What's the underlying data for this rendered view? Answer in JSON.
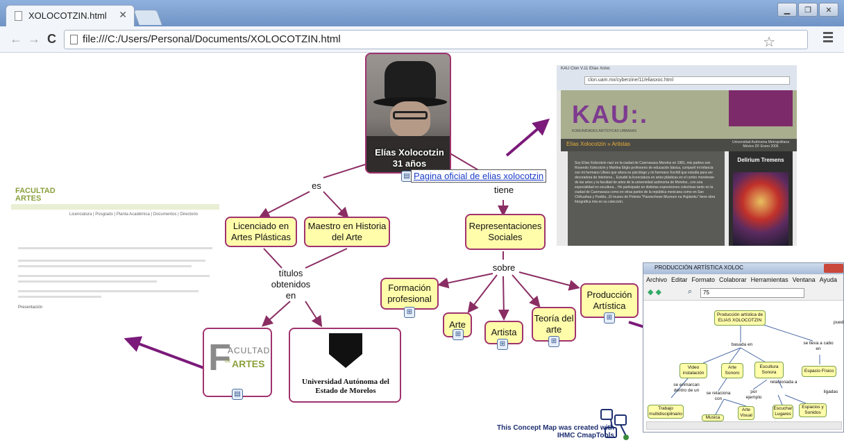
{
  "browser": {
    "tab_title": "XOLOCOTZIN.html",
    "url": "file:///C:/Users/Personal/Documents/XOLOCOTZIN.html"
  },
  "colors": {
    "concept_fill": "#fffcaa",
    "concept_border": "#a0326e",
    "link_line": "#8a2d63",
    "arrow": "#7b1a7a"
  },
  "map": {
    "profile": {
      "name": "Elías Xolocotzin",
      "age": "31 años"
    },
    "tooltip_link": "Pagina oficial de elias xolocotzin",
    "phrases": {
      "es": "es",
      "tiene": "tiene",
      "titulos": "títulos obtenidos en",
      "sobre": "sobre"
    },
    "concepts": {
      "licenciado": "Licenciado en Artes Plásticas",
      "maestro": "Maestro en Historia del Arte",
      "representaciones": "Representaciones Sociales",
      "formacion": "Formación profesional",
      "arte": "Arte",
      "artista": "Artista",
      "teoria": "Teoría del arte",
      "produccion": "Producción Artística"
    },
    "logos": {
      "facultad_line1": "ACULTAD",
      "facultad_line2": "ARTES",
      "facultad_prefix": "DE",
      "uaem": "Universidad Autónoma del Estado de Morelos"
    },
    "credit": {
      "line1": "This Concept Map was created with",
      "line2": "IHMC CmapTools"
    }
  },
  "faculty_site": {
    "logo_line1": "FACULTAD",
    "logo_line2": "ARTES",
    "nav": "Licenciatura | Posgrado | Planta Académica | Documentos | Directorio",
    "footer": "Presentación"
  },
  "kau_site": {
    "tab": "KAU Clon V.11 Elías Xoloc",
    "url": "clon.uam.mx/cyberzine/11/eliasxoc.html",
    "logo": "KAU:.",
    "logo_sub": "KOMUNIDADES ARTÍSTICAS URBANAS",
    "crumb": "Elías Xolocotzin » Artistas",
    "date": "Universidad Autónoma Metropolitana México DF Enero 2006",
    "body": "Soy Elías Xolocotzin nací en la ciudad de Cuernavaca Morelos en 1981, mis padres son Rosendo Xolocotzin y Martina Eligio profesores de educación básica, compartí mi infancia con mi hermano Ulises que ahora es psicólogo y mi hermano Xochitl que estudia para ser decoradora de interiores... Estudié la licenciatura en artes plásticas en el centro morelense de las artes y la facultad de artes de la universidad autónoma de Morelos...con una especialidad en escultura... He participado en distintas exposiciones colectivas tanto en la ciudad de Cuernavaca como en otras partes de la república mexicana como en San Chihuahua y Puebla...El museo de Polonia \"Pasnechowe Muzeum na Hujdanku\" tiene obra fotográfica mía en su colección.",
    "side_title": "Delirium Tremens"
  },
  "cmap_window": {
    "title": "PRODUCCIÓN ARTÍSTICA XOLOC",
    "menu": [
      "Archivo",
      "Editar",
      "Formato",
      "Colaborar",
      "Herramientas",
      "Ventana",
      "Ayuda"
    ],
    "zoom": "75",
    "nodes": {
      "root": "Producción artística de ELIAS XOLOCOTZIN",
      "video": "Video instalación",
      "arte_sonoro": "Arte Sonoro",
      "escultura": "Escultura Sonora",
      "espacio": "Espacio Físico",
      "trabajo": "Trabajo multidisciplinario",
      "musica": "Musica",
      "arte_visual": "Arte Visual",
      "escuchar": "Escuchar Lugares",
      "espacios": "Espacios y Sonidos"
    },
    "phrases": {
      "basada": "basada en",
      "lleva": "se lleva a cabo en",
      "enmarcan": "se enmarcan dentro de un",
      "relaciona": "se relaciona con",
      "relacionada": "relacionada a",
      "ejemplo": "por ejemplo",
      "ligadas": "ligadas",
      "puede": "pued"
    }
  }
}
